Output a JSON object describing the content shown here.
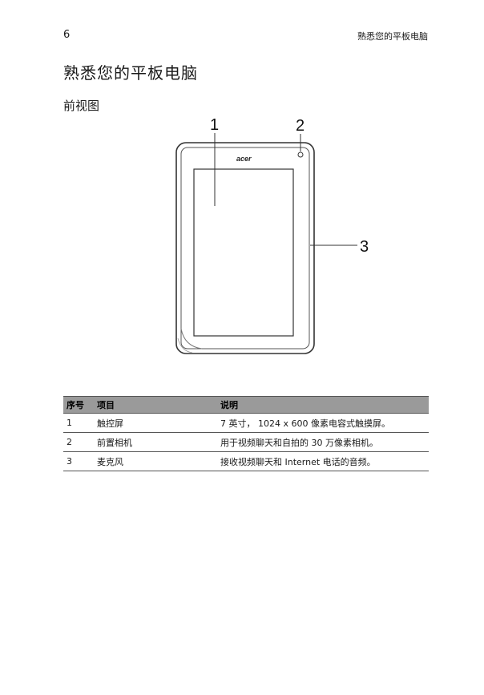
{
  "header": {
    "page_number": "6",
    "running_title": "熟悉您的平板电脑"
  },
  "title": "熟悉您的平板电脑",
  "section": "前视图",
  "figure": {
    "brand": "acer",
    "callouts": [
      "1",
      "2",
      "3"
    ]
  },
  "table": {
    "headers": [
      "序号",
      "项目",
      "说明"
    ],
    "rows": [
      [
        "1",
        "触控屏",
        "7 英寸， 1024 x 600 像素电容式触摸屏。"
      ],
      [
        "2",
        "前置相机",
        "用于视频聊天和自拍的 30 万像素相机。"
      ],
      [
        "3",
        "麦克风",
        "接收视频聊天和 Internet 电话的音频。"
      ]
    ]
  }
}
